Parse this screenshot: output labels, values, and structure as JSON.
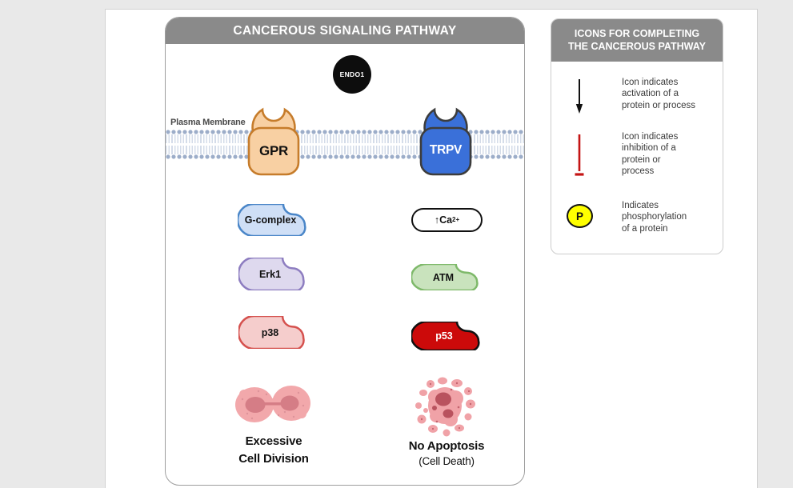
{
  "main": {
    "title": "CANCEROUS SIGNALING PATHWAY",
    "header_color": "#8a8a8a",
    "endo1_label": "ENDO1",
    "membrane_label": "Plasma Membrane",
    "membrane_head_color": "#9cadc9",
    "receptors": [
      {
        "label": "GPR",
        "fill": "#f8d0a3",
        "stroke": "#c67c2b"
      },
      {
        "label": "TRPV",
        "fill": "#3a70d9",
        "stroke": "#3d3d3d"
      }
    ],
    "left_nodes": [
      {
        "label": "G-complex",
        "fill": "#cfdff6",
        "stroke": "#4a86c8"
      },
      {
        "label": "Erk1",
        "fill": "#ded9ee",
        "stroke": "#8d7dc0"
      },
      {
        "label": "p38",
        "fill": "#f5cdcc",
        "stroke": "#d5514e"
      }
    ],
    "right_nodes": [
      {
        "label": "↑Ca",
        "sup": "2+",
        "fill": "#ffffff",
        "stroke": "#111111"
      },
      {
        "label": "ATM",
        "fill": "#c9e3bd",
        "stroke": "#7eb96a"
      },
      {
        "label": "p53",
        "fill": "#cc0a0a",
        "stroke": "#111111"
      }
    ],
    "outcomes": [
      {
        "label": "Excessive\nCell Division"
      },
      {
        "label": "No Apoptosis",
        "sublabel": "(Cell Death)"
      }
    ],
    "cell_color": "#f2a8ab",
    "nucleus_color": "#c9606c"
  },
  "legend": {
    "title": "ICONS FOR COMPLETING\nTHE CANCEROUS PATHWAY",
    "items": [
      {
        "icon": "activation-arrow-icon",
        "color": "#111111",
        "text": "Icon indicates\nactivation of a\nprotein or process"
      },
      {
        "icon": "inhibition-bar-icon",
        "color": "#c41414",
        "text": "Icon indicates\ninhibition of a\nprotein or\nprocess"
      },
      {
        "icon": "phosphorylation-icon",
        "badge": "P",
        "color": "#ffff00",
        "text": "Indicates\nphosphorylation\nof a protein"
      }
    ]
  }
}
